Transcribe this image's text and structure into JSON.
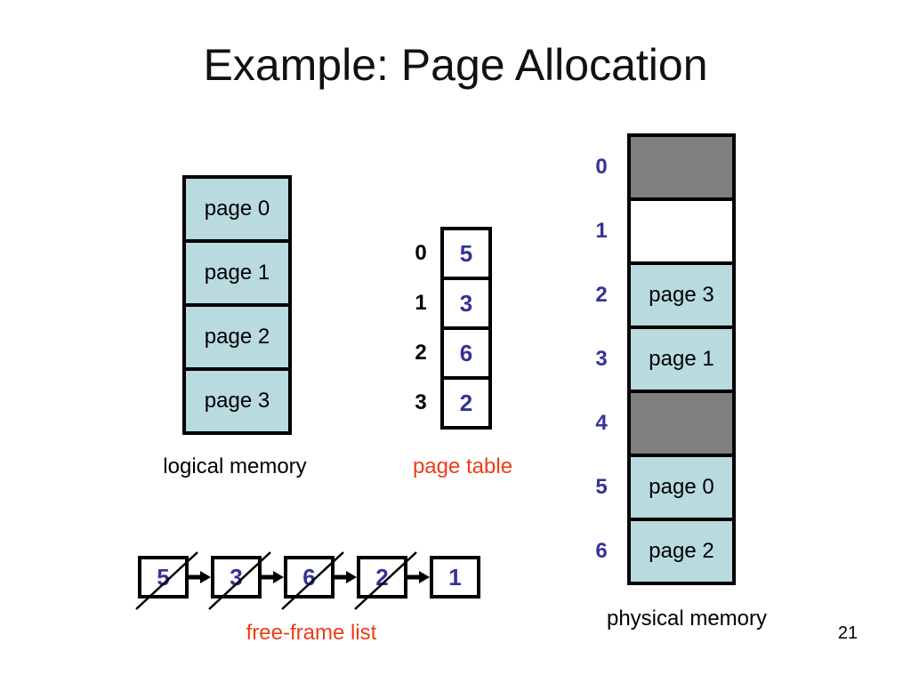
{
  "slide": {
    "title": "Example: Page Allocation",
    "page_number": "21"
  },
  "colors": {
    "page_fill": "#b9dade",
    "allocated_gray_fill": "#7f7f7f",
    "empty_fill": "#ffffff",
    "value_text": "#333399",
    "accent_label": "#ee3d17",
    "border": "#000000"
  },
  "icons": {
    "arrow": "arrow-right-icon",
    "crossed_out": "diagonal-slash-icon"
  },
  "logical_memory": {
    "label": "logical memory",
    "pages": [
      {
        "label": "page 0"
      },
      {
        "label": "page 1"
      },
      {
        "label": "page 2"
      },
      {
        "label": "page 3"
      }
    ]
  },
  "page_table": {
    "label": "page table",
    "rows": [
      {
        "index": "0",
        "value": "5"
      },
      {
        "index": "1",
        "value": "3"
      },
      {
        "index": "2",
        "value": "6"
      },
      {
        "index": "3",
        "value": "2"
      }
    ]
  },
  "physical_memory": {
    "label": "physical memory",
    "frames": [
      {
        "index": "0",
        "content": "",
        "fill": "gray"
      },
      {
        "index": "1",
        "content": "",
        "fill": "empty"
      },
      {
        "index": "2",
        "content": "page 3",
        "fill": "page"
      },
      {
        "index": "3",
        "content": "page 1",
        "fill": "page"
      },
      {
        "index": "4",
        "content": "",
        "fill": "gray"
      },
      {
        "index": "5",
        "content": "page 0",
        "fill": "page"
      },
      {
        "index": "6",
        "content": "page 2",
        "fill": "page"
      }
    ]
  },
  "free_frame_list": {
    "label": "free-frame list",
    "nodes": [
      {
        "value": "5",
        "crossed_out": true
      },
      {
        "value": "3",
        "crossed_out": true
      },
      {
        "value": "6",
        "crossed_out": true
      },
      {
        "value": "2",
        "crossed_out": true
      },
      {
        "value": "1",
        "crossed_out": false
      }
    ]
  }
}
